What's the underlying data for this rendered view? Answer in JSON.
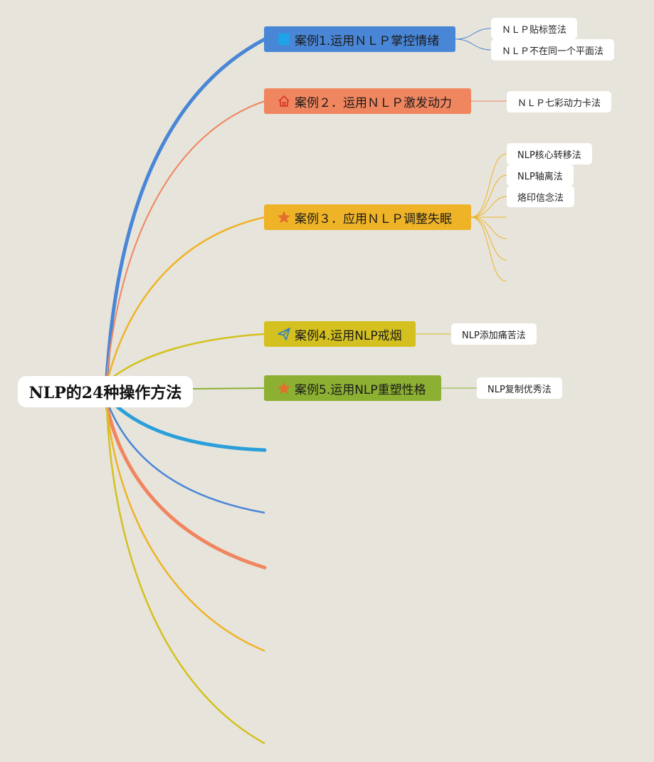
{
  "root": {
    "label": "NLP的24种操作方法"
  },
  "branches": [
    {
      "label": "案例1.运用ＮＬＰ掌控情绪",
      "color": "#4a86d6",
      "icon": "blue-square-icon",
      "leaves": [
        "ＮＬＰ贴标签法",
        "ＮＬＰ不在同一个平面法"
      ]
    },
    {
      "label": "案例２．运用ＮＬＰ激发动力",
      "color": "#f0865f",
      "icon": "house-icon",
      "leaves": [
        "ＮＬＰ七彩动力卡法"
      ]
    },
    {
      "label": "案例３．应用ＮＬＰ调整失眠",
      "color": "#efb327",
      "icon": "star-icon",
      "leaves": [
        "NLP核心转移法",
        "NLP轴离法",
        "烙印信念法"
      ]
    },
    {
      "label": "案例4.运用NLP戒烟",
      "color": "#d4c11f",
      "icon": "paper-plane-icon",
      "leaves": [
        "NLP添加痛苦法"
      ]
    },
    {
      "label": "案例5.运用NLP重塑性格",
      "color": "#8cb032",
      "icon": "star-icon",
      "leaves": [
        "NLP复制优秀法"
      ]
    }
  ],
  "collapsed_branch_colors": [
    "#2a9fd9",
    "#4a86d6",
    "#f0865f",
    "#efb327",
    "#d4c11f"
  ]
}
